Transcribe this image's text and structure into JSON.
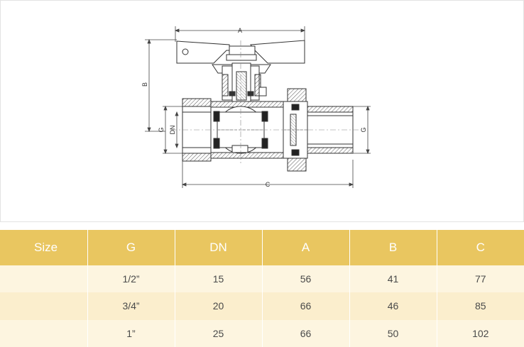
{
  "drawing": {
    "dim_a": "A",
    "dim_b": "B",
    "dim_c": "C",
    "dim_g_left": "G",
    "dim_dn": "DN",
    "dim_g_right": "G"
  },
  "table": {
    "headers": [
      "Size",
      "G",
      "DN",
      "A",
      "B",
      "C"
    ],
    "rows": [
      [
        "",
        "1/2”",
        "15",
        "56",
        "41",
        "77"
      ],
      [
        "",
        "3/4”",
        "20",
        "66",
        "46",
        "85"
      ],
      [
        "",
        "1”",
        "25",
        "66",
        "50",
        "102"
      ]
    ]
  },
  "colors": {
    "header_bg": "#e9c660",
    "row_odd_bg": "#fdf5e0",
    "row_even_bg": "#fbeecd"
  }
}
